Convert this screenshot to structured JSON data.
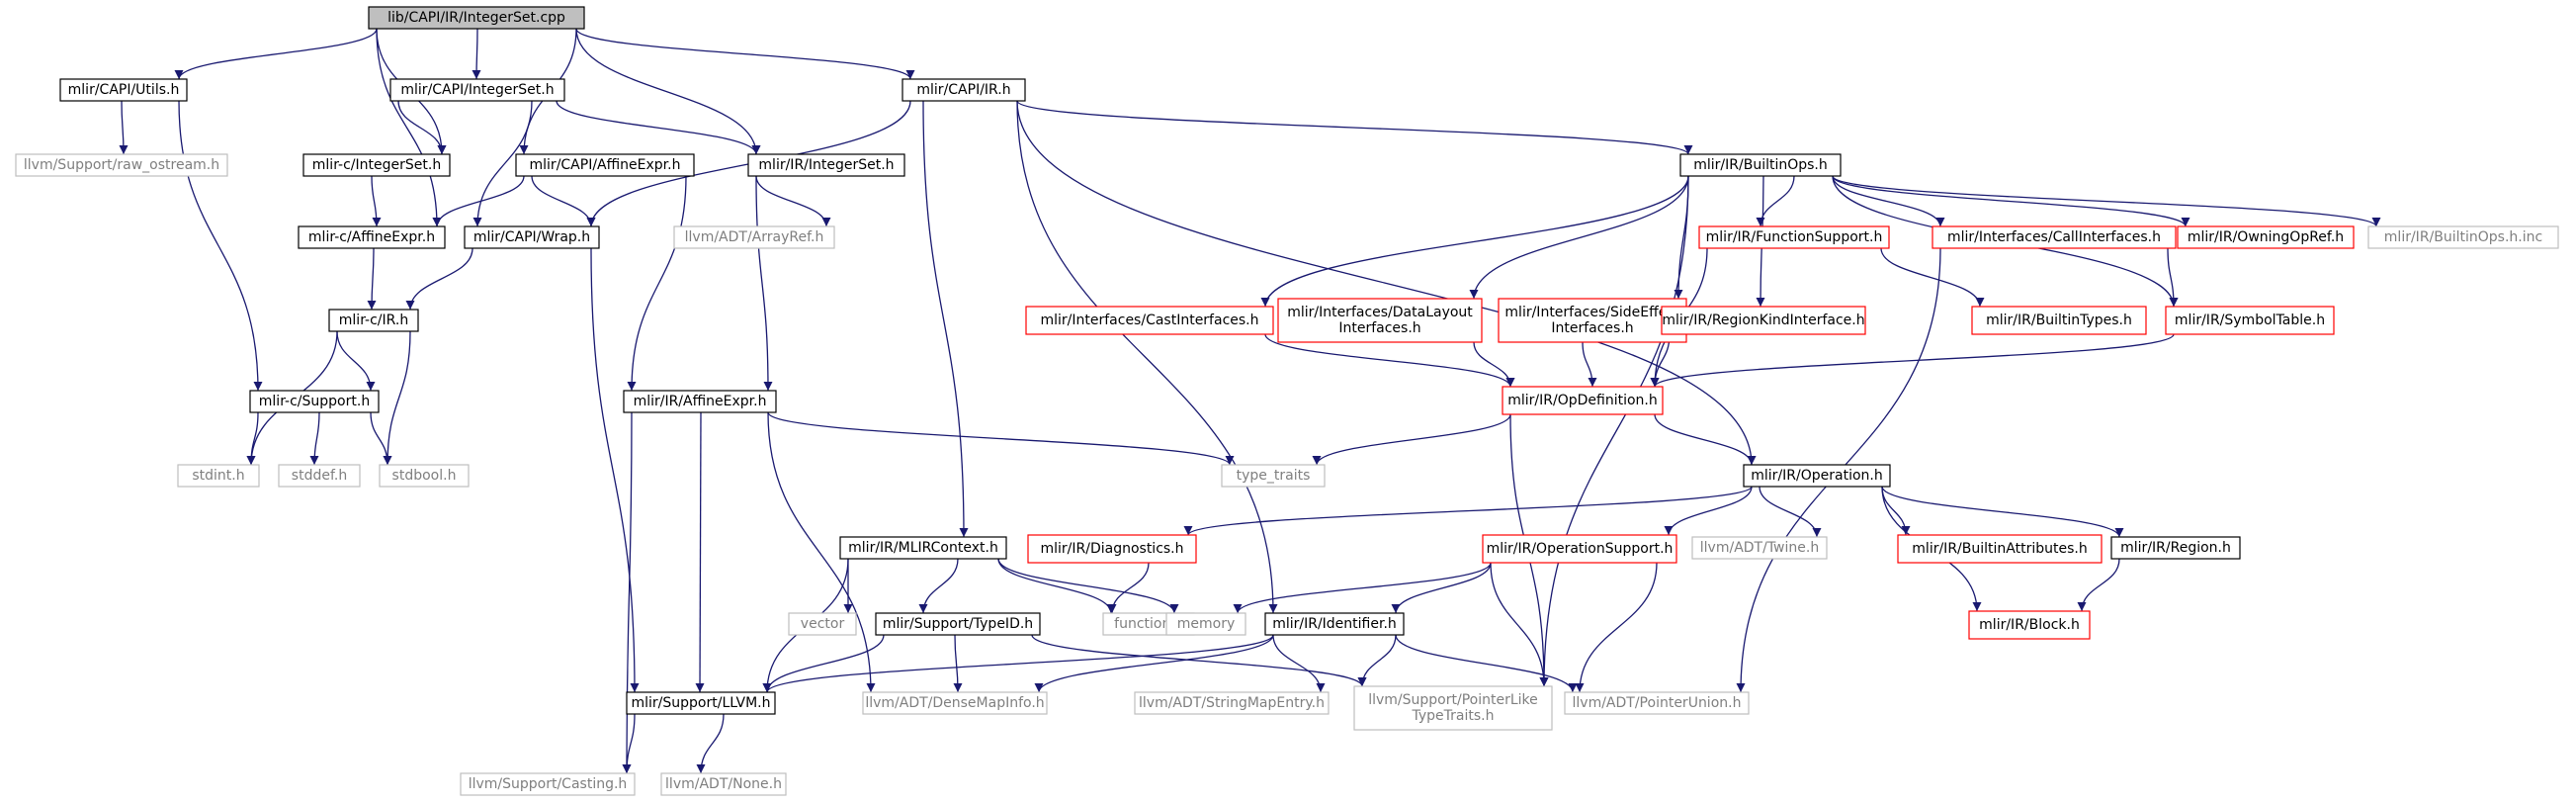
{
  "colors": {
    "edge": "#191970",
    "normal_border": "#000000",
    "missing_border": "#bfbfbf",
    "truncated_border": "#ff0000",
    "root_fill": "#bfbfbf",
    "text": "#000000",
    "missing_text": "#7f7f7f"
  },
  "nodes": [
    {
      "id": "root",
      "label": "lib/CAPI/IR/IntegerSet.cpp",
      "kind": "root"
    },
    {
      "id": "capi_utils",
      "label": "mlir/CAPI/Utils.h",
      "kind": "normal"
    },
    {
      "id": "capi_integerset",
      "label": "mlir/CAPI/IntegerSet.h",
      "kind": "normal"
    },
    {
      "id": "capi_ir",
      "label": "mlir/CAPI/IR.h",
      "kind": "normal"
    },
    {
      "id": "raw_ostream",
      "label": "llvm/Support/raw_ostream.h",
      "kind": "missing"
    },
    {
      "id": "c_integerset",
      "label": "mlir-c/IntegerSet.h",
      "kind": "normal"
    },
    {
      "id": "capi_affineexpr",
      "label": "mlir/CAPI/AffineExpr.h",
      "kind": "normal"
    },
    {
      "id": "ir_integerset",
      "label": "mlir/IR/IntegerSet.h",
      "kind": "normal"
    },
    {
      "id": "ir_builtinops",
      "label": "mlir/IR/BuiltinOps.h",
      "kind": "normal"
    },
    {
      "id": "c_affineexpr",
      "label": "mlir-c/AffineExpr.h",
      "kind": "normal"
    },
    {
      "id": "capi_wrap",
      "label": "mlir/CAPI/Wrap.h",
      "kind": "normal"
    },
    {
      "id": "arrayref",
      "label": "llvm/ADT/ArrayRef.h",
      "kind": "missing"
    },
    {
      "id": "function_support",
      "label": "mlir/IR/FunctionSupport.h",
      "kind": "truncated"
    },
    {
      "id": "call_interfaces",
      "label": "mlir/Interfaces/CallInterfaces.h",
      "kind": "truncated"
    },
    {
      "id": "owning_opref",
      "label": "mlir/IR/OwningOpRef.h",
      "kind": "truncated"
    },
    {
      "id": "builtinops_inc",
      "label": "mlir/IR/BuiltinOps.h.inc",
      "kind": "missing"
    },
    {
      "id": "c_ir",
      "label": "mlir-c/IR.h",
      "kind": "normal"
    },
    {
      "id": "cast_interfaces",
      "label": "mlir/Interfaces/CastInterfaces.h",
      "kind": "truncated"
    },
    {
      "id": "datalayout_interfaces",
      "label": "mlir/Interfaces/DataLayout\nInterfaces.h",
      "kind": "truncated"
    },
    {
      "id": "sideeffect_interfaces",
      "label": "mlir/Interfaces/SideEffect\nInterfaces.h",
      "kind": "truncated"
    },
    {
      "id": "regionkind",
      "label": "mlir/IR/RegionKindInterface.h",
      "kind": "truncated"
    },
    {
      "id": "builtin_types",
      "label": "mlir/IR/BuiltinTypes.h",
      "kind": "truncated"
    },
    {
      "id": "symbol_table",
      "label": "mlir/IR/SymbolTable.h",
      "kind": "truncated"
    },
    {
      "id": "c_support",
      "label": "mlir-c/Support.h",
      "kind": "normal"
    },
    {
      "id": "ir_affineexpr",
      "label": "mlir/IR/AffineExpr.h",
      "kind": "normal"
    },
    {
      "id": "op_definition",
      "label": "mlir/IR/OpDefinition.h",
      "kind": "truncated"
    },
    {
      "id": "stdint",
      "label": "stdint.h",
      "kind": "missing"
    },
    {
      "id": "stddef",
      "label": "stddef.h",
      "kind": "missing"
    },
    {
      "id": "stdbool",
      "label": "stdbool.h",
      "kind": "missing"
    },
    {
      "id": "type_traits",
      "label": "type_traits",
      "kind": "missing"
    },
    {
      "id": "ir_operation",
      "label": "mlir/IR/Operation.h",
      "kind": "normal"
    },
    {
      "id": "mlircontext",
      "label": "mlir/IR/MLIRContext.h",
      "kind": "normal"
    },
    {
      "id": "diagnostics",
      "label": "mlir/IR/Diagnostics.h",
      "kind": "truncated"
    },
    {
      "id": "operation_support",
      "label": "mlir/IR/OperationSupport.h",
      "kind": "truncated"
    },
    {
      "id": "twine",
      "label": "llvm/ADT/Twine.h",
      "kind": "missing"
    },
    {
      "id": "builtin_attributes",
      "label": "mlir/IR/BuiltinAttributes.h",
      "kind": "truncated"
    },
    {
      "id": "ir_region",
      "label": "mlir/IR/Region.h",
      "kind": "normal"
    },
    {
      "id": "vector",
      "label": "vector",
      "kind": "missing"
    },
    {
      "id": "functional",
      "label": "functional",
      "kind": "missing"
    },
    {
      "id": "memory",
      "label": "memory",
      "kind": "missing"
    },
    {
      "id": "typeid",
      "label": "mlir/Support/TypeID.h",
      "kind": "normal"
    },
    {
      "id": "identifier",
      "label": "mlir/IR/Identifier.h",
      "kind": "normal"
    },
    {
      "id": "ir_block",
      "label": "mlir/IR/Block.h",
      "kind": "truncated"
    },
    {
      "id": "support_llvm",
      "label": "mlir/Support/LLVM.h",
      "kind": "normal"
    },
    {
      "id": "densemapinfo",
      "label": "llvm/ADT/DenseMapInfo.h",
      "kind": "missing"
    },
    {
      "id": "stringmapentry",
      "label": "llvm/ADT/StringMapEntry.h",
      "kind": "missing"
    },
    {
      "id": "pointerlike",
      "label": "llvm/Support/PointerLike\nTypeTraits.h",
      "kind": "missing"
    },
    {
      "id": "pointerunion",
      "label": "llvm/ADT/PointerUnion.h",
      "kind": "missing"
    },
    {
      "id": "casting",
      "label": "llvm/Support/Casting.h",
      "kind": "missing"
    },
    {
      "id": "none",
      "label": "llvm/ADT/None.h",
      "kind": "missing"
    }
  ],
  "edges": [
    [
      "root",
      "capi_utils"
    ],
    [
      "root",
      "capi_integerset"
    ],
    [
      "root",
      "capi_ir"
    ],
    [
      "root",
      "c_integerset"
    ],
    [
      "root",
      "ir_integerset"
    ],
    [
      "root",
      "capi_affineexpr"
    ],
    [
      "root",
      "c_affineexpr"
    ],
    [
      "capi_utils",
      "raw_ostream"
    ],
    [
      "capi_utils",
      "c_support"
    ],
    [
      "capi_integerset",
      "c_integerset"
    ],
    [
      "capi_integerset",
      "ir_integerset"
    ],
    [
      "capi_integerset",
      "capi_wrap"
    ],
    [
      "capi_ir",
      "ir_builtinops"
    ],
    [
      "capi_ir",
      "capi_wrap"
    ],
    [
      "capi_ir",
      "mlircontext"
    ],
    [
      "capi_ir",
      "identifier"
    ],
    [
      "capi_ir",
      "ir_operation"
    ],
    [
      "c_integerset",
      "c_affineexpr"
    ],
    [
      "capi_affineexpr",
      "c_affineexpr"
    ],
    [
      "capi_affineexpr",
      "capi_wrap"
    ],
    [
      "capi_affineexpr",
      "ir_affineexpr"
    ],
    [
      "ir_integerset",
      "arrayref"
    ],
    [
      "ir_integerset",
      "ir_affineexpr"
    ],
    [
      "c_affineexpr",
      "c_ir"
    ],
    [
      "capi_wrap",
      "c_ir"
    ],
    [
      "capi_wrap",
      "support_llvm"
    ],
    [
      "c_ir",
      "c_support"
    ],
    [
      "c_ir",
      "stdint"
    ],
    [
      "c_ir",
      "stdbool"
    ],
    [
      "c_support",
      "stdint"
    ],
    [
      "c_support",
      "stddef"
    ],
    [
      "c_support",
      "stdbool"
    ],
    [
      "ir_affineexpr",
      "type_traits"
    ],
    [
      "ir_affineexpr",
      "support_llvm"
    ],
    [
      "ir_affineexpr",
      "casting"
    ],
    [
      "ir_affineexpr",
      "densemapinfo"
    ],
    [
      "ir_builtinops",
      "function_support"
    ],
    [
      "ir_builtinops",
      "call_interfaces"
    ],
    [
      "ir_builtinops",
      "owning_opref"
    ],
    [
      "ir_builtinops",
      "builtinops_inc"
    ],
    [
      "ir_builtinops",
      "cast_interfaces"
    ],
    [
      "ir_builtinops",
      "datalayout_interfaces"
    ],
    [
      "ir_builtinops",
      "sideeffect_interfaces"
    ],
    [
      "ir_builtinops",
      "regionkind"
    ],
    [
      "ir_builtinops",
      "symbol_table"
    ],
    [
      "ir_builtinops",
      "pointerlike"
    ],
    [
      "function_support",
      "builtin_types"
    ],
    [
      "function_support",
      "op_definition"
    ],
    [
      "call_interfaces",
      "symbol_table"
    ],
    [
      "call_interfaces",
      "pointerunion"
    ],
    [
      "cast_interfaces",
      "op_definition"
    ],
    [
      "datalayout_interfaces",
      "op_definition"
    ],
    [
      "sideeffect_interfaces",
      "op_definition"
    ],
    [
      "regionkind",
      "op_definition"
    ],
    [
      "symbol_table",
      "op_definition"
    ],
    [
      "op_definition",
      "type_traits"
    ],
    [
      "op_definition",
      "ir_operation"
    ],
    [
      "op_definition",
      "pointerlike"
    ],
    [
      "ir_operation",
      "diagnostics"
    ],
    [
      "ir_operation",
      "operation_support"
    ],
    [
      "ir_operation",
      "twine"
    ],
    [
      "ir_operation",
      "builtin_attributes"
    ],
    [
      "ir_operation",
      "ir_region"
    ],
    [
      "ir_operation",
      "ir_block"
    ],
    [
      "ir_region",
      "ir_block"
    ],
    [
      "diagnostics",
      "functional"
    ],
    [
      "operation_support",
      "memory"
    ],
    [
      "operation_support",
      "identifier"
    ],
    [
      "operation_support",
      "pointerlike"
    ],
    [
      "operation_support",
      "pointerunion"
    ],
    [
      "mlircontext",
      "vector"
    ],
    [
      "mlircontext",
      "functional"
    ],
    [
      "mlircontext",
      "memory"
    ],
    [
      "mlircontext",
      "typeid"
    ],
    [
      "mlircontext",
      "support_llvm"
    ],
    [
      "typeid",
      "support_llvm"
    ],
    [
      "typeid",
      "densemapinfo"
    ],
    [
      "typeid",
      "pointerlike"
    ],
    [
      "identifier",
      "support_llvm"
    ],
    [
      "identifier",
      "densemapinfo"
    ],
    [
      "identifier",
      "stringmapentry"
    ],
    [
      "identifier",
      "pointerlike"
    ],
    [
      "identifier",
      "pointerunion"
    ],
    [
      "support_llvm",
      "casting"
    ],
    [
      "support_llvm",
      "none"
    ]
  ]
}
